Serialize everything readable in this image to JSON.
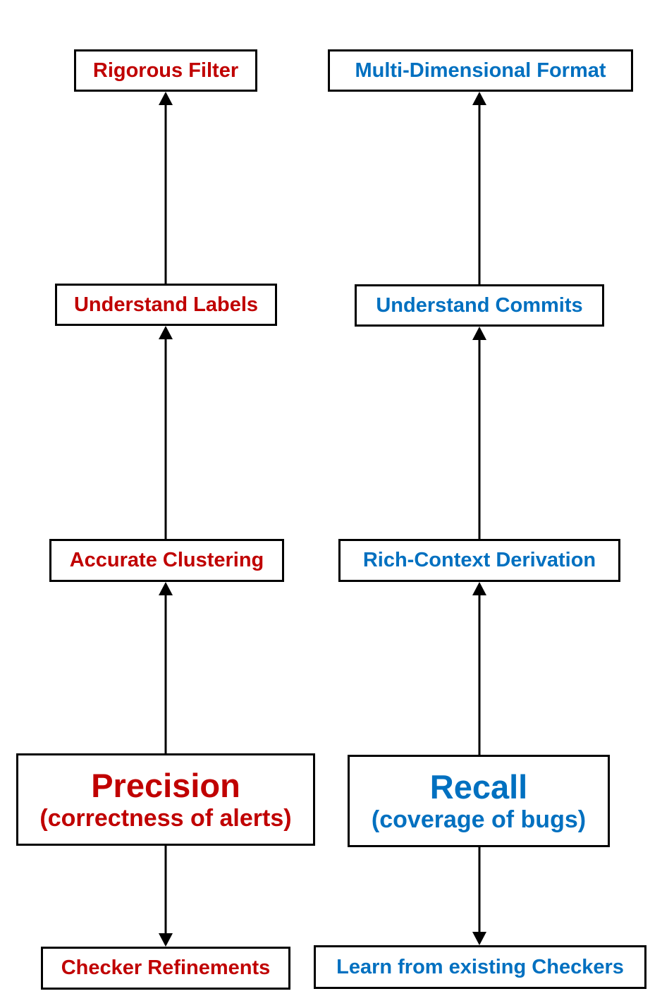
{
  "diagram": {
    "background_color": "#ffffff",
    "box_border_color": "#000000",
    "arrow_color": "#000000",
    "left_column": {
      "accent_color": "#C00000",
      "boxes": {
        "top": "Rigorous Filter",
        "second": "Understand Labels",
        "third": "Accurate Clustering",
        "main_title": "Precision",
        "main_subtitle": "(correctness of alerts)",
        "bottom": "Checker Refinements"
      }
    },
    "right_column": {
      "accent_color": "#0070C0",
      "boxes": {
        "top": "Multi-Dimensional Format",
        "second": "Understand Commits",
        "third": "Rich-Context Derivation",
        "main_title": "Recall",
        "main_subtitle": "(coverage of bugs)",
        "bottom": "Learn from existing Checkers"
      }
    }
  }
}
